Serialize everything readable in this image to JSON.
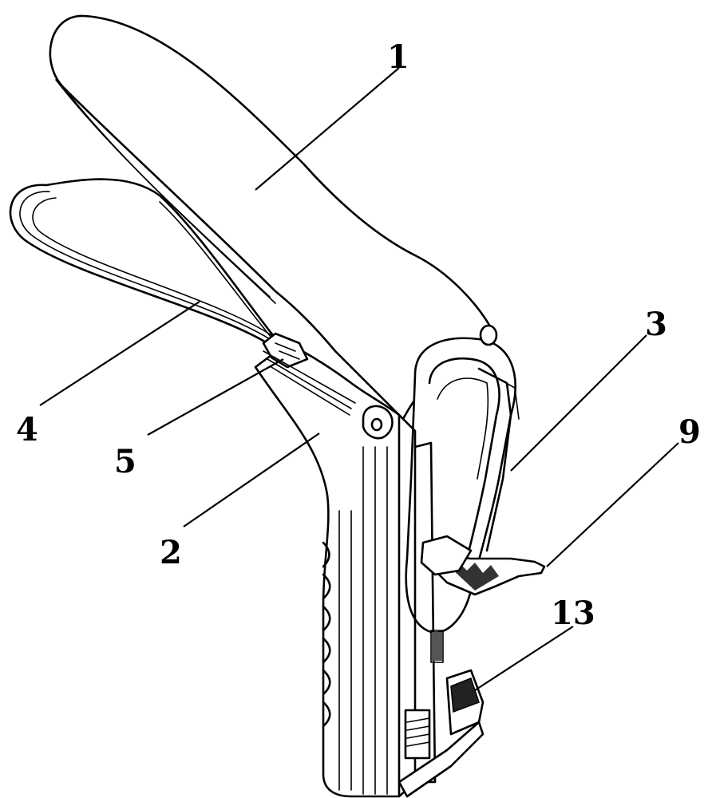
{
  "figure": {
    "labels": [
      {
        "id": "1",
        "text": "1"
      },
      {
        "id": "3",
        "text": "3"
      },
      {
        "id": "9",
        "text": "9"
      },
      {
        "id": "4",
        "text": "4"
      },
      {
        "id": "5",
        "text": "5"
      },
      {
        "id": "2",
        "text": "2"
      },
      {
        "id": "13",
        "text": "13"
      }
    ]
  }
}
